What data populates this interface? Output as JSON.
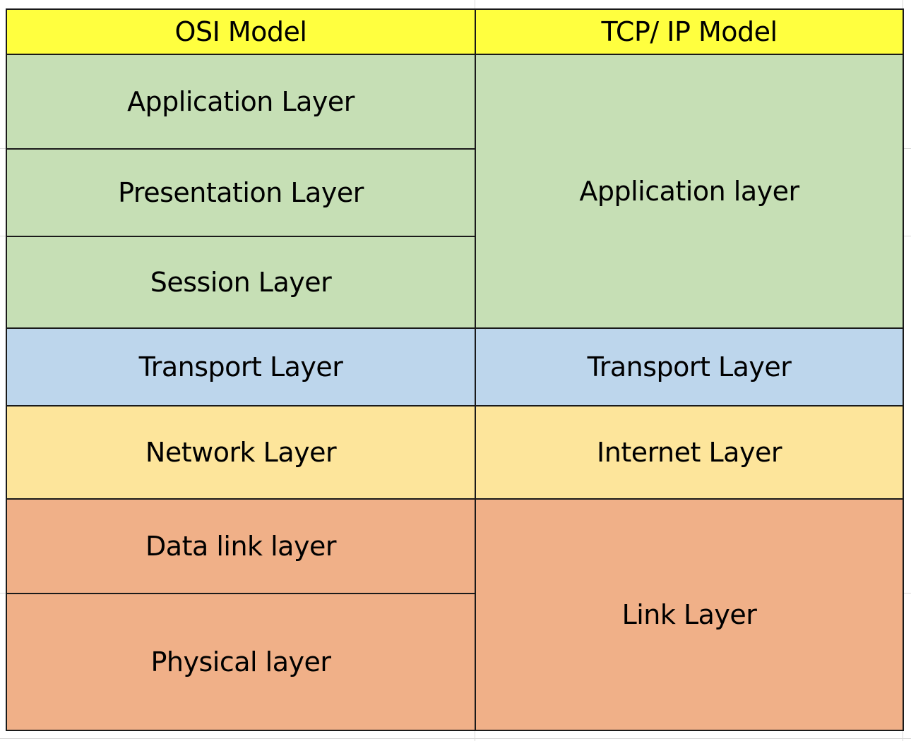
{
  "colors": {
    "header": "#ffff3f",
    "application": "#c6dfb5",
    "transport": "#bdd6ec",
    "network": "#fde59b",
    "link": "#f0b088",
    "border": "#1a1a1a"
  },
  "headers": {
    "osi": "OSI Model",
    "tcpip": "TCP/ IP Model"
  },
  "osi_layers": [
    {
      "label": "Application Layer",
      "group": "application"
    },
    {
      "label": "Presentation Layer",
      "group": "application"
    },
    {
      "label": "Session Layer",
      "group": "application"
    },
    {
      "label": "Transport Layer",
      "group": "transport"
    },
    {
      "label": "Network Layer",
      "group": "network"
    },
    {
      "label": "Data link layer",
      "group": "link"
    },
    {
      "label": "Physical layer",
      "group": "link"
    }
  ],
  "tcpip_layers": [
    {
      "label": "Application layer",
      "group": "application"
    },
    {
      "label": "Transport Layer",
      "group": "transport"
    },
    {
      "label": "Internet Layer",
      "group": "network"
    },
    {
      "label": "Link Layer",
      "group": "link"
    }
  ]
}
